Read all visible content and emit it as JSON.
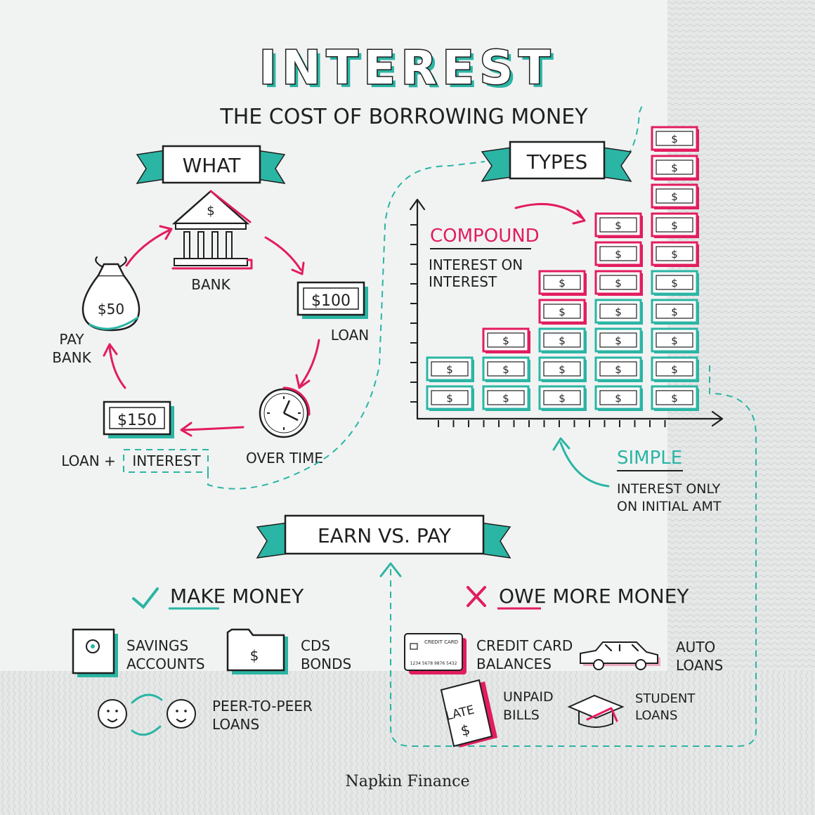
{
  "title": "INTEREST",
  "subtitle": "THE COST OF BORROWING MONEY",
  "colors": {
    "teal": "#2bb5a4",
    "pink": "#e21d5f",
    "ink": "#1f1f1f",
    "napkin": "#eef0f0"
  },
  "what": {
    "banner": "WHAT",
    "bank_label": "BANK",
    "loan_amount": "$100",
    "loan_label": "LOAN",
    "over_time_label": "OVER TIME",
    "repay_amount": "$150",
    "loan_plus_label": "LOAN +",
    "interest_label": "INTEREST",
    "bag_amount": "$50",
    "pay_bank_line1": "PAY",
    "pay_bank_line2": "BANK",
    "dollar_sign": "$"
  },
  "types": {
    "banner": "TYPES",
    "compound_title": "COMPOUND",
    "compound_desc_line1": "INTEREST ON",
    "compound_desc_line2": "INTEREST",
    "simple_title": "SIMPLE",
    "simple_desc_line1": "INTEREST ONLY",
    "simple_desc_line2": "ON INITIAL AMT",
    "columns": [
      {
        "simple": 2,
        "compound": 0
      },
      {
        "simple": 2,
        "compound": 1
      },
      {
        "simple": 3,
        "compound": 2
      },
      {
        "simple": 4,
        "compound": 3
      },
      {
        "simple": 5,
        "compound": 5
      }
    ]
  },
  "earn_vs_pay": {
    "banner": "EARN VS. PAY",
    "check_icon": "check-icon",
    "x_icon": "x-icon",
    "make_money_a": "MAKE",
    "make_money_b": " MONEY",
    "owe_more_a": "OWE",
    "owe_more_b": " MORE MONEY",
    "earn_items": {
      "savings_line1": "SAVINGS",
      "savings_line2": "ACCOUNTS",
      "cds_line1": "CDS",
      "cds_line2": "BONDS",
      "p2p_line1": "PEER-TO-PEER",
      "p2p_line2": "LOANS"
    },
    "pay_items": {
      "credit_line1": "CREDIT CARD",
      "credit_line2": "BALANCES",
      "card_text": "CREDIT CARD",
      "card_number": "1234 5678 9876 5432",
      "auto_line1": "AUTO",
      "auto_line2": "LOANS",
      "bills_line1": "UNPAID",
      "bills_line2": "BILLS",
      "late_stamp": "LATE",
      "student_line1": "STUDENT",
      "student_line2": "LOANS"
    }
  },
  "brand": "Napkin Finance"
}
